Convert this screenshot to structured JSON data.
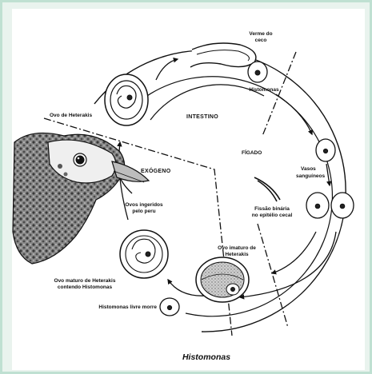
{
  "diagram": {
    "title": "Histomonas",
    "sections": {
      "intestine": "INTESTINO",
      "exogenous": "EXÓGENO",
      "liver": "FÍGADO"
    },
    "labels": {
      "worm_line1": "Verme do",
      "worm_line2": "ceco",
      "histomonas_in_worm": "Histomonas",
      "heterakis_egg": "Ovo de Heterakis",
      "blood_vessels_line1": "Vasos",
      "blood_vessels_line2": "sanguíneos",
      "binary_fission_line1": "Fissão binária",
      "binary_fission_line2": "no epitélio cecal",
      "immature_egg_line1": "Ovo imaturo de",
      "immature_egg_line2": "Heterakis",
      "eggs_ingested_line1": "Ovos ingeridos",
      "eggs_ingested_line2": "pelo peru",
      "mature_egg_line1": "Ovo maturo de Heterakis",
      "mature_egg_line2": "contendo Histomonas",
      "free_histomonas": "Histomonas livre morre"
    }
  }
}
